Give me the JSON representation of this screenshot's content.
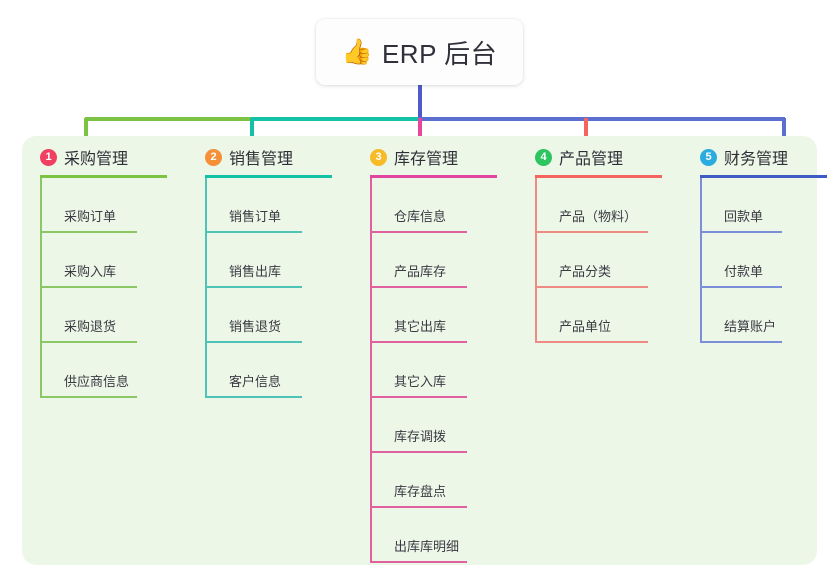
{
  "root": {
    "icon": "👍",
    "icon_name": "thumbs-up-icon",
    "title": "ERP 后台"
  },
  "palette": {
    "panel_bg": "#edf7e8",
    "page_bg": "#ffffff",
    "trunk": "#4e5bc8",
    "green": "#7cc243",
    "teal": "#13c2a6",
    "pink": "#e8469a",
    "magenta": "#e045a0",
    "salmon": "#f4655f",
    "blue": "#5b6fd0",
    "badge_1": "#f04062",
    "badge_2": "#f59038",
    "badge_3": "#f6bb26",
    "badge_4": "#2ec45f",
    "badge_5": "#2bacdf"
  },
  "columns": [
    {
      "number": "1",
      "title": "采购管理",
      "badge_color": "#f04062",
      "rule_color": "#7cc243",
      "line_color": "#8cc765",
      "items": [
        "采购订单",
        "采购入库",
        "采购退货",
        "供应商信息"
      ]
    },
    {
      "number": "2",
      "title": "销售管理",
      "badge_color": "#f59038",
      "rule_color": "#13c2a6",
      "line_color": "#4ec4b6",
      "items": [
        "销售订单",
        "销售出库",
        "销售退货",
        "客户信息"
      ]
    },
    {
      "number": "3",
      "title": "库存管理",
      "badge_color": "#f6bb26",
      "rule_color": "#e045a0",
      "line_color": "#e1609f",
      "items": [
        "仓库信息",
        "产品库存",
        "其它出库",
        "其它入库",
        "库存调拨",
        "库存盘点",
        "出库库明细"
      ]
    },
    {
      "number": "4",
      "title": "产品管理",
      "badge_color": "#2ec45f",
      "rule_color": "#f4655f",
      "line_color": "#f08a85",
      "items": [
        "产品（物料）",
        "产品分类",
        "产品单位"
      ]
    },
    {
      "number": "5",
      "title": "财务管理",
      "badge_color": "#2bacdf",
      "rule_color": "#3f5bc4",
      "line_color": "#7b8fd8",
      "items": [
        "回款单",
        "付款单",
        "结算账户"
      ]
    }
  ]
}
